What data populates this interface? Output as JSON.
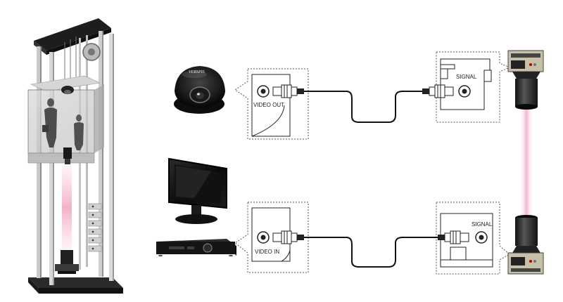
{
  "diagram": {
    "labels": {
      "video_out": "VIDEO OUT",
      "video_in": "VIDEO IN",
      "signal_top": "SIGNAL",
      "signal_bottom": "SIGNAL",
      "camera_brand": "VERSPIS"
    },
    "icons": {
      "elevator": "elevator-shaft-icon",
      "dome_camera": "dome-camera-icon",
      "monitor": "monitor-icon",
      "dvr": "dvr-recorder-icon",
      "transmitter": "wireless-transmitter-icon",
      "receiver": "wireless-receiver-icon"
    },
    "colors": {
      "beam": "#f4b8cf",
      "cable": "#111111",
      "dashed_border": "#555555"
    }
  }
}
